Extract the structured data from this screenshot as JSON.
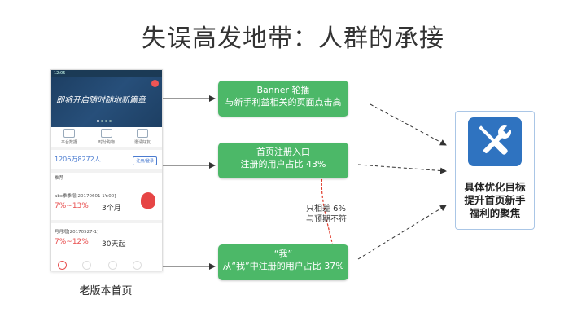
{
  "title": "失误高发地带：人群的承接",
  "phone": {
    "status_time": "12:05",
    "banner_text": "即将开启随时随地新篇章",
    "quick_items": [
      "平台数据",
      "时分购物",
      "邀请好友"
    ],
    "amount": "1206万8272人",
    "register_btn": "注册/登录",
    "recommend": "推荐",
    "product1": "abc季季增[20170601 1Y:00]",
    "rate1": "7%~13%",
    "term1": "3个月",
    "product2": "月月增[20170527-1]",
    "rate2": "7%~12%",
    "term2": "30天起"
  },
  "phone_caption": "老版本首页",
  "box1": {
    "line1": "Banner 轮播",
    "line2": "与新手利益相关的页面点击高"
  },
  "box2": {
    "line1": "首页注册入口",
    "line2": "注册的用户占比 43%"
  },
  "box3": {
    "line1": "“我”",
    "line2": "从“我”中注册的用户占比 37%"
  },
  "note": {
    "line1": "只相差 6%",
    "line2": "与预期不符"
  },
  "target": {
    "icon": "tools-icon",
    "line1": "具体优化目标",
    "line2": "提升首页新手",
    "line3": "福利的聚焦"
  },
  "colors": {
    "green": "#4cb868",
    "blue": "#2f73c0",
    "red_dashed": "#e03a2a"
  }
}
